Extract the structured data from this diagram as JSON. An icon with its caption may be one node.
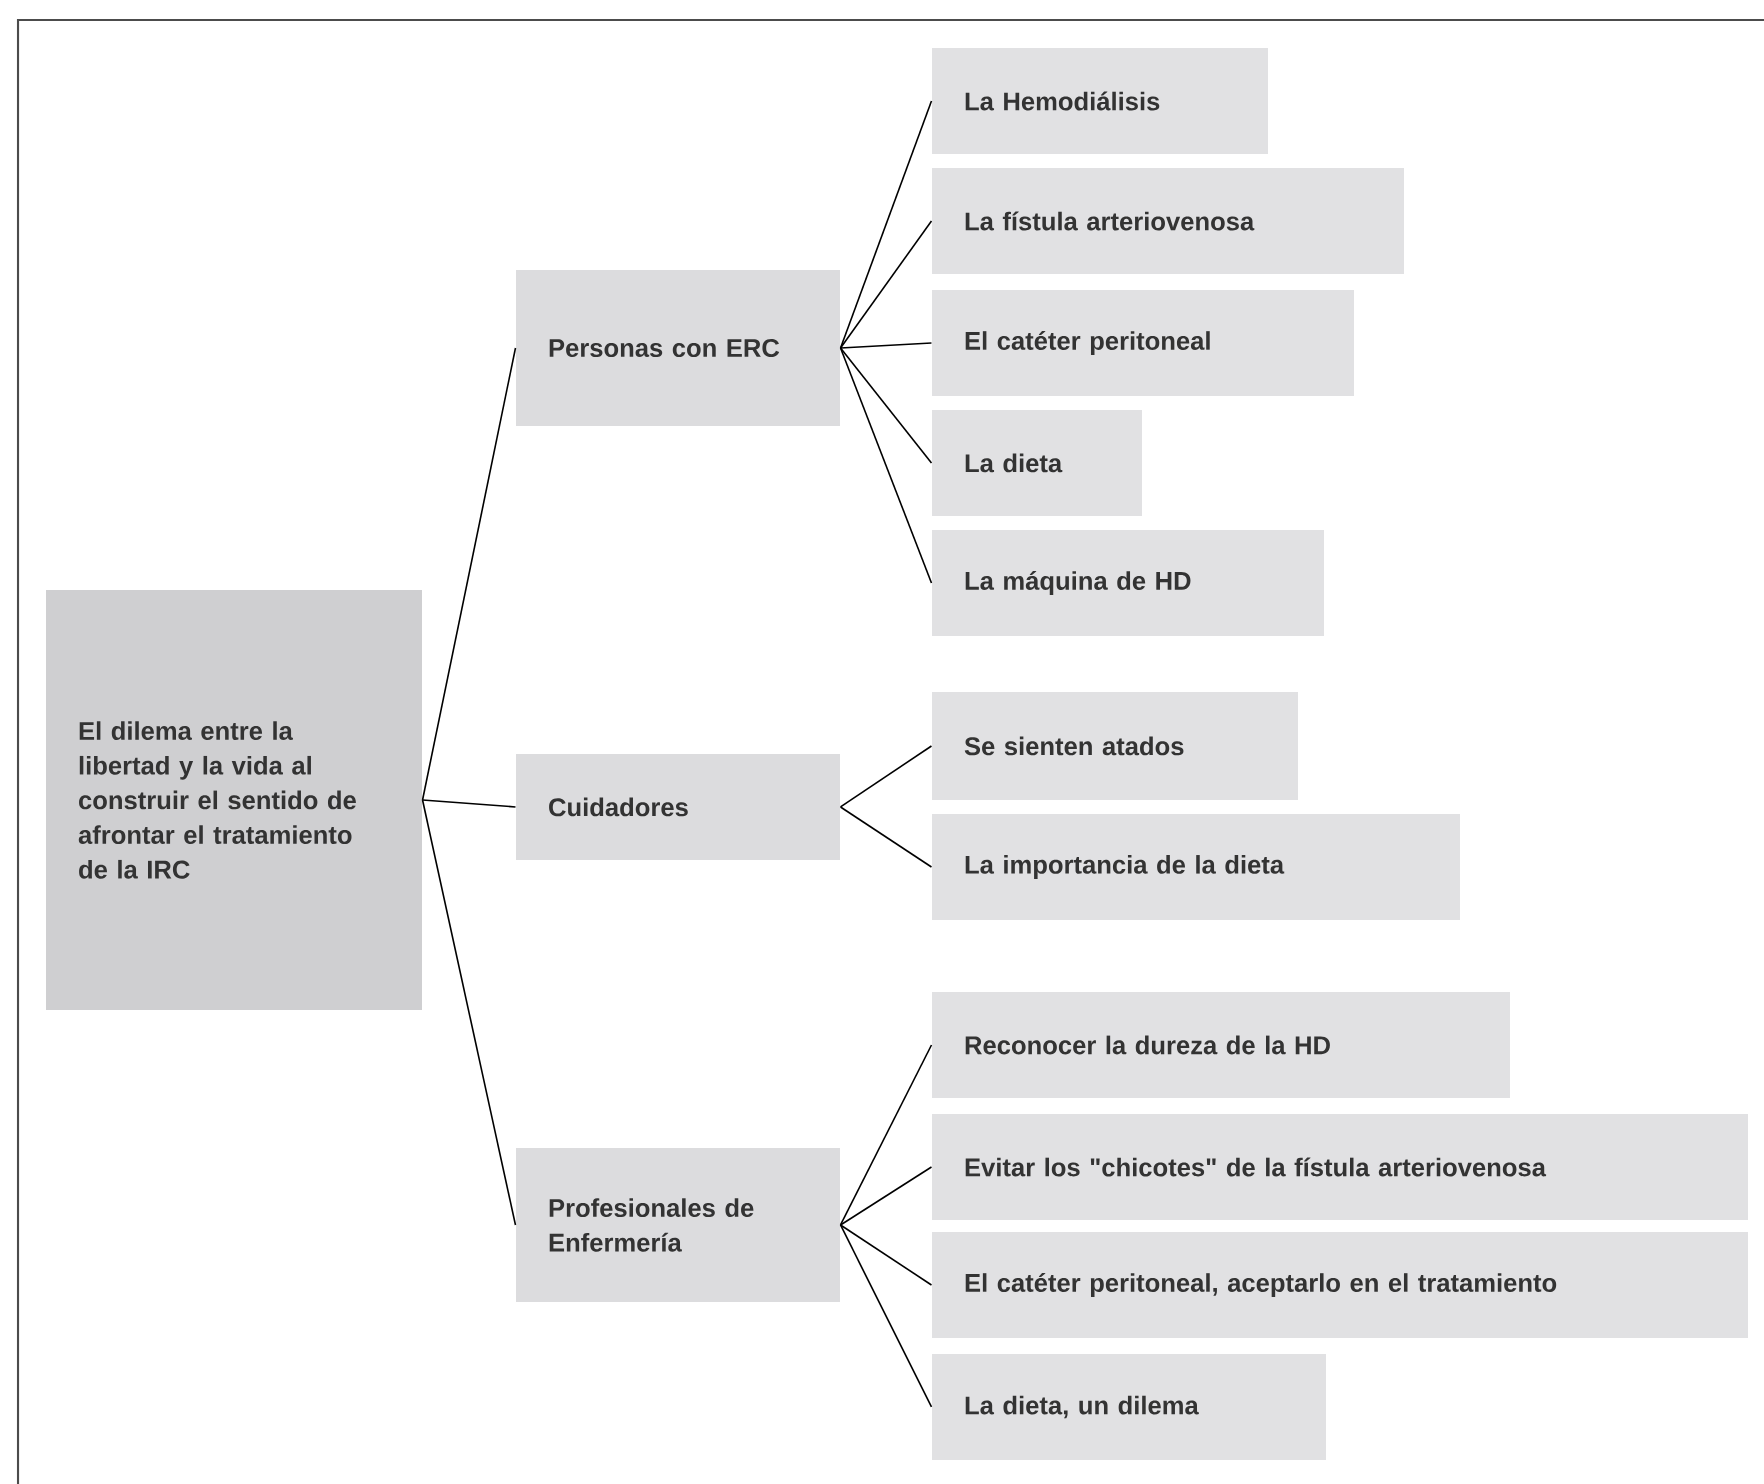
{
  "diagram": {
    "nodes": [
      {
        "text": [
          "El dilema entre la libertad y la vida al construir el sentido de afrontar el tratamiento de la IRC"
        ]
      },
      {
        "text": [
          "Personas con ERC"
        ]
      },
      {
        "text": [
          "Cuidadores"
        ]
      },
      {
        "text": [
          "Profesionales de Enfermería"
        ]
      },
      {
        "text": [
          "La Hemodiálisis"
        ]
      },
      {
        "text": [
          "La fístula arteriovenosa"
        ]
      },
      {
        "text": [
          "El catéter peritoneal"
        ]
      },
      {
        "text": [
          "La dieta"
        ]
      },
      {
        "text": [
          "La máquina de HD"
        ]
      },
      {
        "text": [
          "Se sienten atados"
        ]
      },
      {
        "text": [
          "La importancia de la dieta"
        ]
      },
      {
        "text": [
          "Reconocer la dureza de la HD"
        ]
      },
      {
        "text": [
          "Evitar los \"chicotes\" de la fístula arteriovenosa"
        ]
      },
      {
        "text": [
          "El catéter peritoneal, aceptarlo en el tratamiento"
        ]
      },
      {
        "text": [
          "La dieta, un dilema"
        ]
      }
    ],
    "edges": [
      {
        "from": 0,
        "to": 1,
        "arrow": "none"
      },
      {
        "from": 0,
        "to": 2,
        "arrow": "none"
      },
      {
        "from": 0,
        "to": 3,
        "arrow": "none"
      },
      {
        "from": 1,
        "to": 4,
        "arrow": "none"
      },
      {
        "from": 1,
        "to": 5,
        "arrow": "none"
      },
      {
        "from": 1,
        "to": 6,
        "arrow": "none"
      },
      {
        "from": 1,
        "to": 7,
        "arrow": "none"
      },
      {
        "from": 1,
        "to": 8,
        "arrow": "none"
      },
      {
        "from": 2,
        "to": 9,
        "arrow": "none"
      },
      {
        "from": 2,
        "to": 10,
        "arrow": "none"
      },
      {
        "from": 3,
        "to": 11,
        "arrow": "none"
      },
      {
        "from": 3,
        "to": 12,
        "arrow": "none"
      },
      {
        "from": 3,
        "to": 13,
        "arrow": "none"
      },
      {
        "from": 3,
        "to": 14,
        "arrow": "none"
      }
    ]
  }
}
